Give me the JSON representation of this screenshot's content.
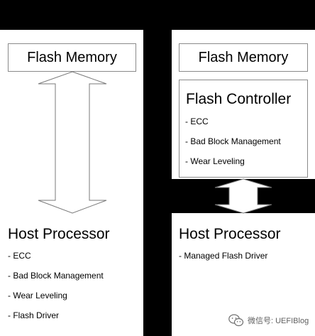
{
  "left_stack": {
    "memory_box": {
      "label": "Flash Memory"
    },
    "host": {
      "title": "Host Processor",
      "items": [
        "- ECC",
        "- Bad Block Management",
        "- Wear Leveling",
        "- Flash Driver"
      ]
    }
  },
  "right_stack": {
    "memory_box": {
      "label": "Flash Memory"
    },
    "controller": {
      "title": "Flash Controller",
      "items": [
        "- ECC",
        "- Bad Block Management",
        "- Wear Leveling"
      ]
    },
    "host": {
      "title": "Host Processor",
      "items": [
        "- Managed Flash Driver"
      ]
    }
  },
  "watermark": {
    "text": "微信号: UEFIBlog",
    "icon": "wechat-icon"
  },
  "colors": {
    "background": "#000000",
    "panel": "#ffffff",
    "box_border": "#8a8a8a",
    "arrow_fill": "#ffffff",
    "arrow_stroke": "#7a7a7a"
  }
}
